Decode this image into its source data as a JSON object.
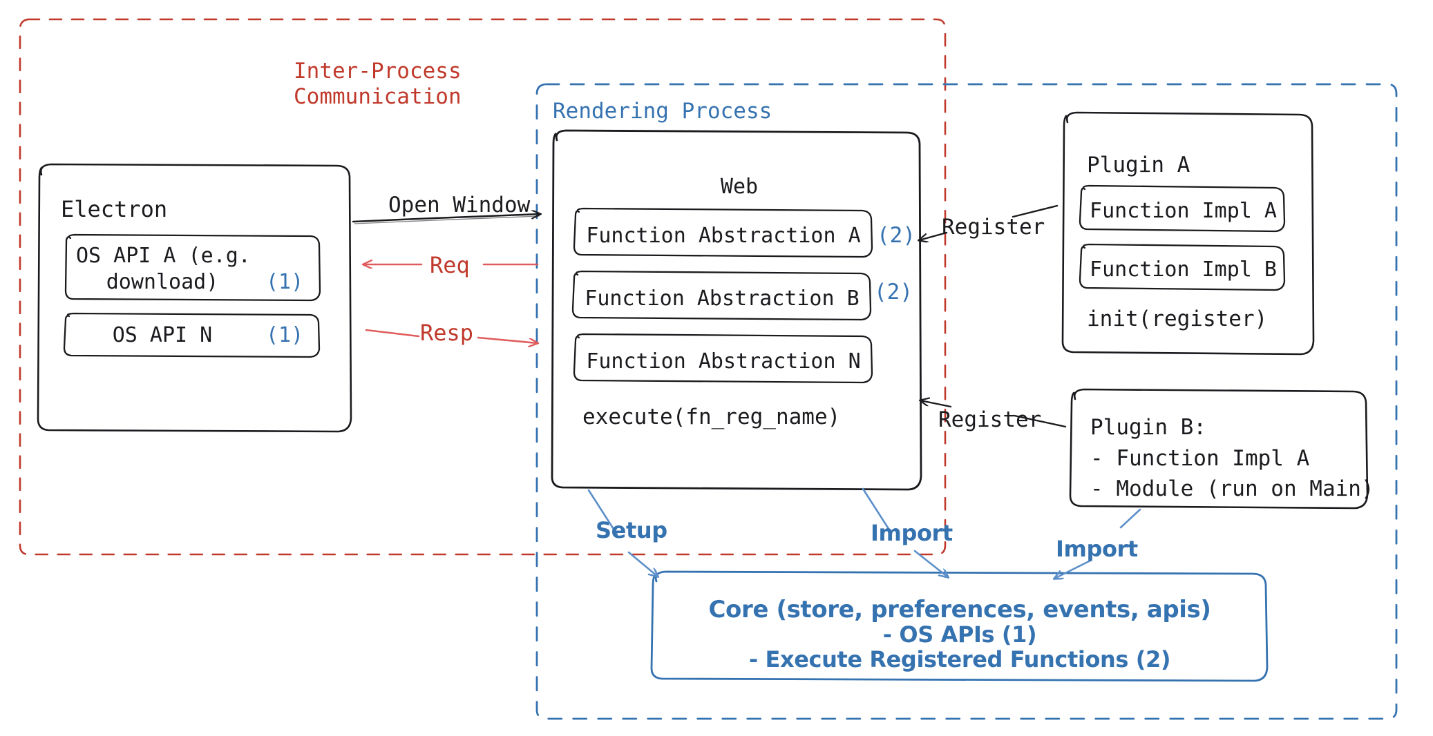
{
  "diagram": {
    "title": "Electron plugin architecture",
    "colors": {
      "ipc_boundary": "#c0392b",
      "rendering_boundary": "#3572b0",
      "accent_blue": "#3572b0",
      "accent_red": "#e05c5c",
      "stroke": "#1b1b1f"
    }
  },
  "regions": {
    "ipc": {
      "label_line1": "Inter-Process",
      "label_line2": "Communication"
    },
    "rendering": {
      "label": "Rendering Process"
    }
  },
  "electron": {
    "title": "Electron",
    "apis": [
      {
        "label": "OS API A (e.g.\ndownload)",
        "marker": "(1)"
      },
      {
        "label": "OS API N",
        "marker": "(1)"
      }
    ]
  },
  "web": {
    "title": "Web",
    "abstractions": [
      {
        "label": "Function Abstraction A",
        "marker": "(2)"
      },
      {
        "label": "Function Abstraction B",
        "marker": "(2)"
      },
      {
        "label": "Function Abstraction N",
        "marker": ""
      }
    ],
    "execute": "execute(fn_reg_name)"
  },
  "plugin_a": {
    "title": "Plugin A",
    "functions": [
      "Function Impl A",
      "Function Impl B"
    ],
    "init": "init(register)"
  },
  "plugin_b": {
    "title": "Plugin B:",
    "items": [
      "- Function Impl A",
      "- Module (run on Main)"
    ]
  },
  "core": {
    "line1": "Core (store, preferences, events, apis)",
    "line2": "- OS APIs (1)",
    "line3": "- Execute Registered Functions (2)"
  },
  "arrows": {
    "open_window": "Open Window",
    "req": "Req",
    "resp": "Resp",
    "register_top": "Register",
    "register_bottom": "Register",
    "setup": "Setup",
    "import_web": "Import",
    "import_plugin_b": "Import"
  }
}
